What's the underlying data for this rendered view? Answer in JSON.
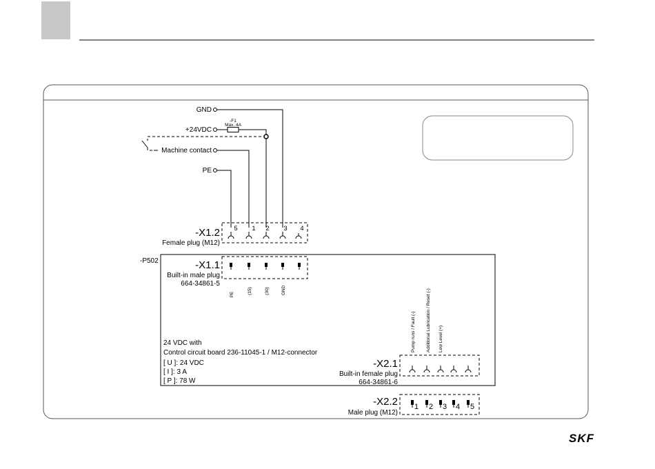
{
  "colors": {
    "header_block": "#c8c8c8",
    "line": "#000000",
    "panel_border": "#555555"
  },
  "inputs": {
    "gnd": "GND",
    "vdc": "+24VDC",
    "machine_contact": "Machine contact",
    "pe": "PE",
    "fuse_label": "-F1",
    "fuse_rating": "Max. 4A"
  },
  "x12": {
    "name": "-X1.2",
    "desc": "Female plug (M12)",
    "pins": [
      "5",
      "1",
      "2",
      "3",
      "4"
    ]
  },
  "device": {
    "name": "-P502"
  },
  "x11": {
    "name": "-X1.1",
    "desc": "Built-in male plug",
    "part": "664-34861-5",
    "pin_labels": [
      "PE",
      "(15)",
      "(30)",
      "GND"
    ]
  },
  "board": {
    "line1": "24 VDC with",
    "line2": "Control circuit board 236-11045-1 / M12-connector",
    "u": "[ U ]: 24 VDC",
    "i": "[ I ]: 3 A",
    "p": "[ P ]: 78 W"
  },
  "x21": {
    "name": "-X2.1",
    "desc": "Built-in female plug",
    "part": "664-34861-6",
    "signals": [
      "Pump runs / Fault (-)",
      "Additional Lubrication / Reset (-)",
      "Low Level (+)"
    ]
  },
  "x22": {
    "name": "-X2.2",
    "desc": "Male plug (M12)",
    "pins": [
      "1",
      "2",
      "3",
      "4",
      "5"
    ]
  },
  "logo": {
    "text": "SKF"
  }
}
